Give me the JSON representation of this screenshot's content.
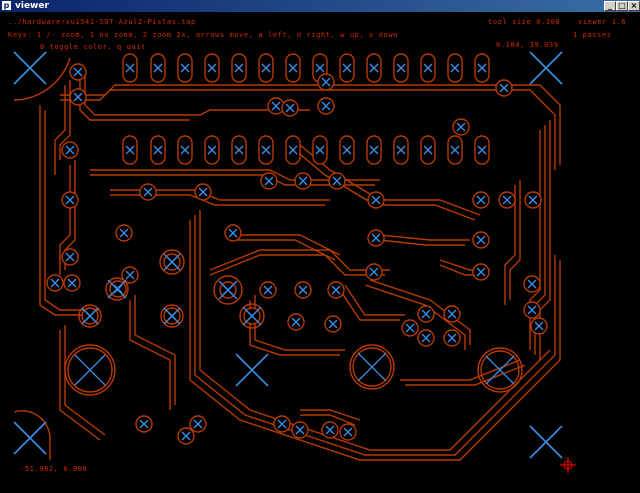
{
  "window": {
    "title": "viewer",
    "icon": "p",
    "buttons": [
      "_",
      "□",
      "×"
    ]
  },
  "hud": {
    "file_path": "../hardware/xu1541-SOT-Azul2-Pistas.tap",
    "tool_size": "tool size 0.300",
    "version": "viewer 1.6",
    "keys_line1": "Keys: 1 /- zoom, 1 no zoom, 2 zoom 2x, arrows move, a left, d right, w up, s down",
    "keys_line2": "0 toggle color, q quit",
    "passes": "1 passes",
    "coords_top": "0.104, 39.039",
    "coords_bottom": "-51.982, 0.000"
  },
  "colors": {
    "trace": "#b83a00",
    "hud_text": "#d42a00",
    "drill": "#3a8fe8",
    "background": "#000000"
  }
}
